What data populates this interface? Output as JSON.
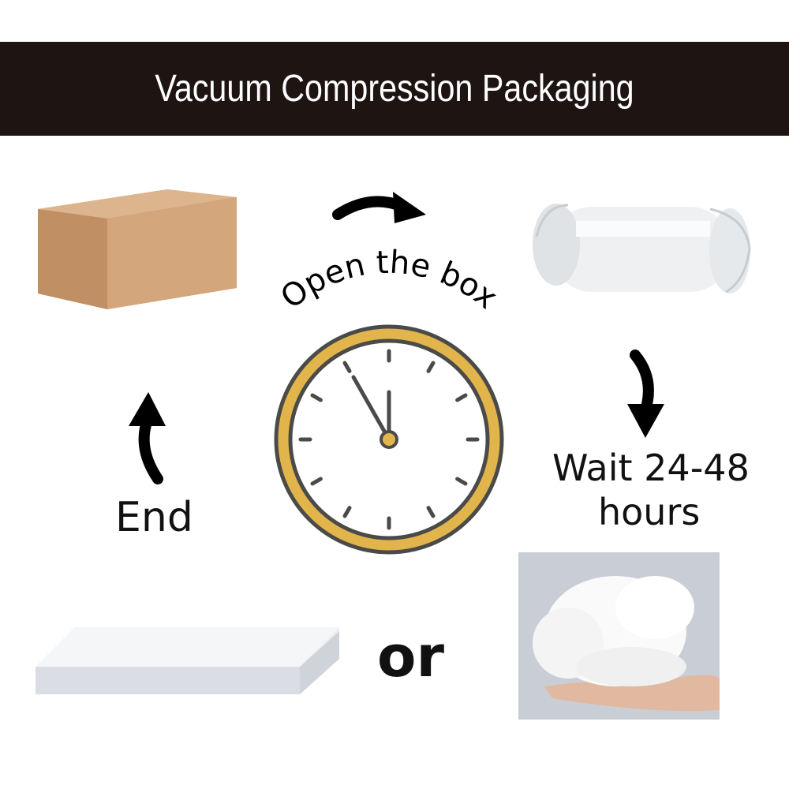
{
  "header": {
    "title": "Vacuum Compression Packaging"
  },
  "steps": {
    "open": "Open the box",
    "wait_line1": "Wait 24-48",
    "wait_line2": "hours",
    "end": "End",
    "or": "or"
  },
  "colors": {
    "header_bg": "#1e1412",
    "clock_ring": "#e2b44c",
    "clock_outline": "#4a4a48",
    "cardboard": "#d2a67c"
  }
}
